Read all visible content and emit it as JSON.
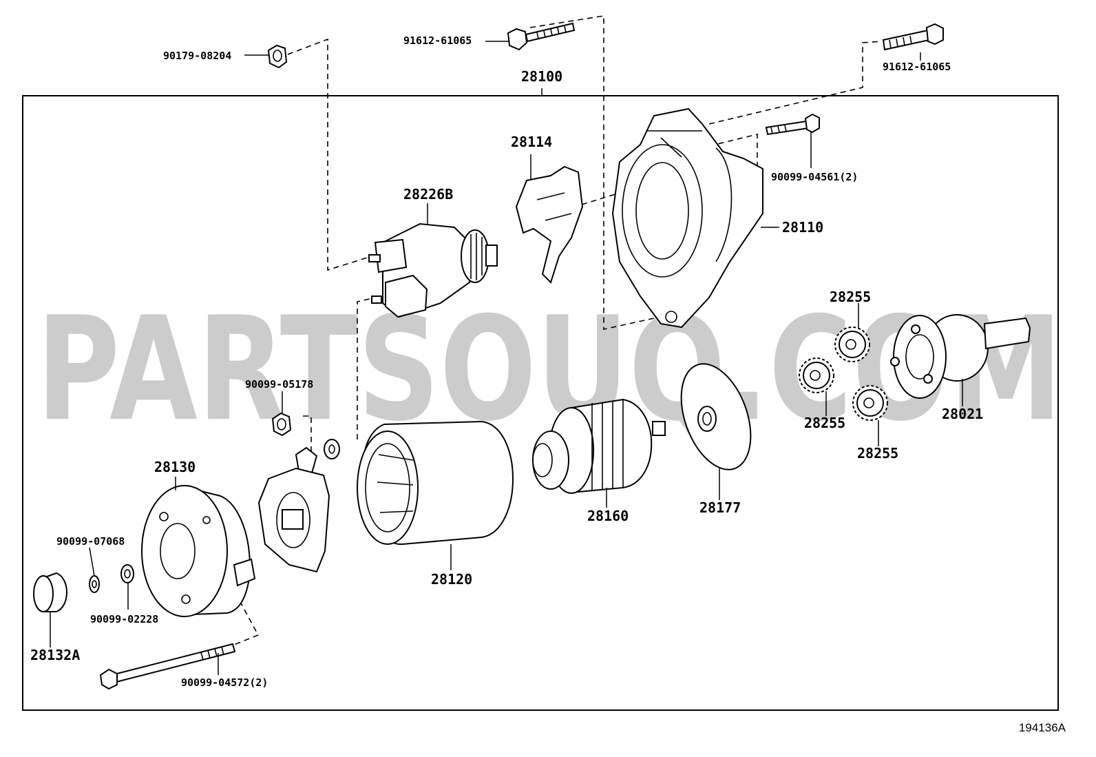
{
  "watermark": "PARTSOUQ.COM",
  "figure_number": "194136A",
  "parts": {
    "p90179_08204": "90179-08204",
    "p91612_61065_a": "91612-61065",
    "p91612_61065_b": "91612-61065",
    "p28100": "28100",
    "p28114": "28114",
    "p28226B": "28226B",
    "p90099_04561": "90099-04561(2)",
    "p28110": "28110",
    "p28255_a": "28255",
    "p28255_b": "28255",
    "p28255_c": "28255",
    "p28021": "28021",
    "p90099_05178": "90099-05178",
    "p28130": "28130",
    "p90099_07068": "90099-07068",
    "p90099_02228": "90099-02228",
    "p28132A": "28132A",
    "p90099_04572": "90099-04572(2)",
    "p28120": "28120",
    "p28160": "28160",
    "p28177": "28177"
  }
}
